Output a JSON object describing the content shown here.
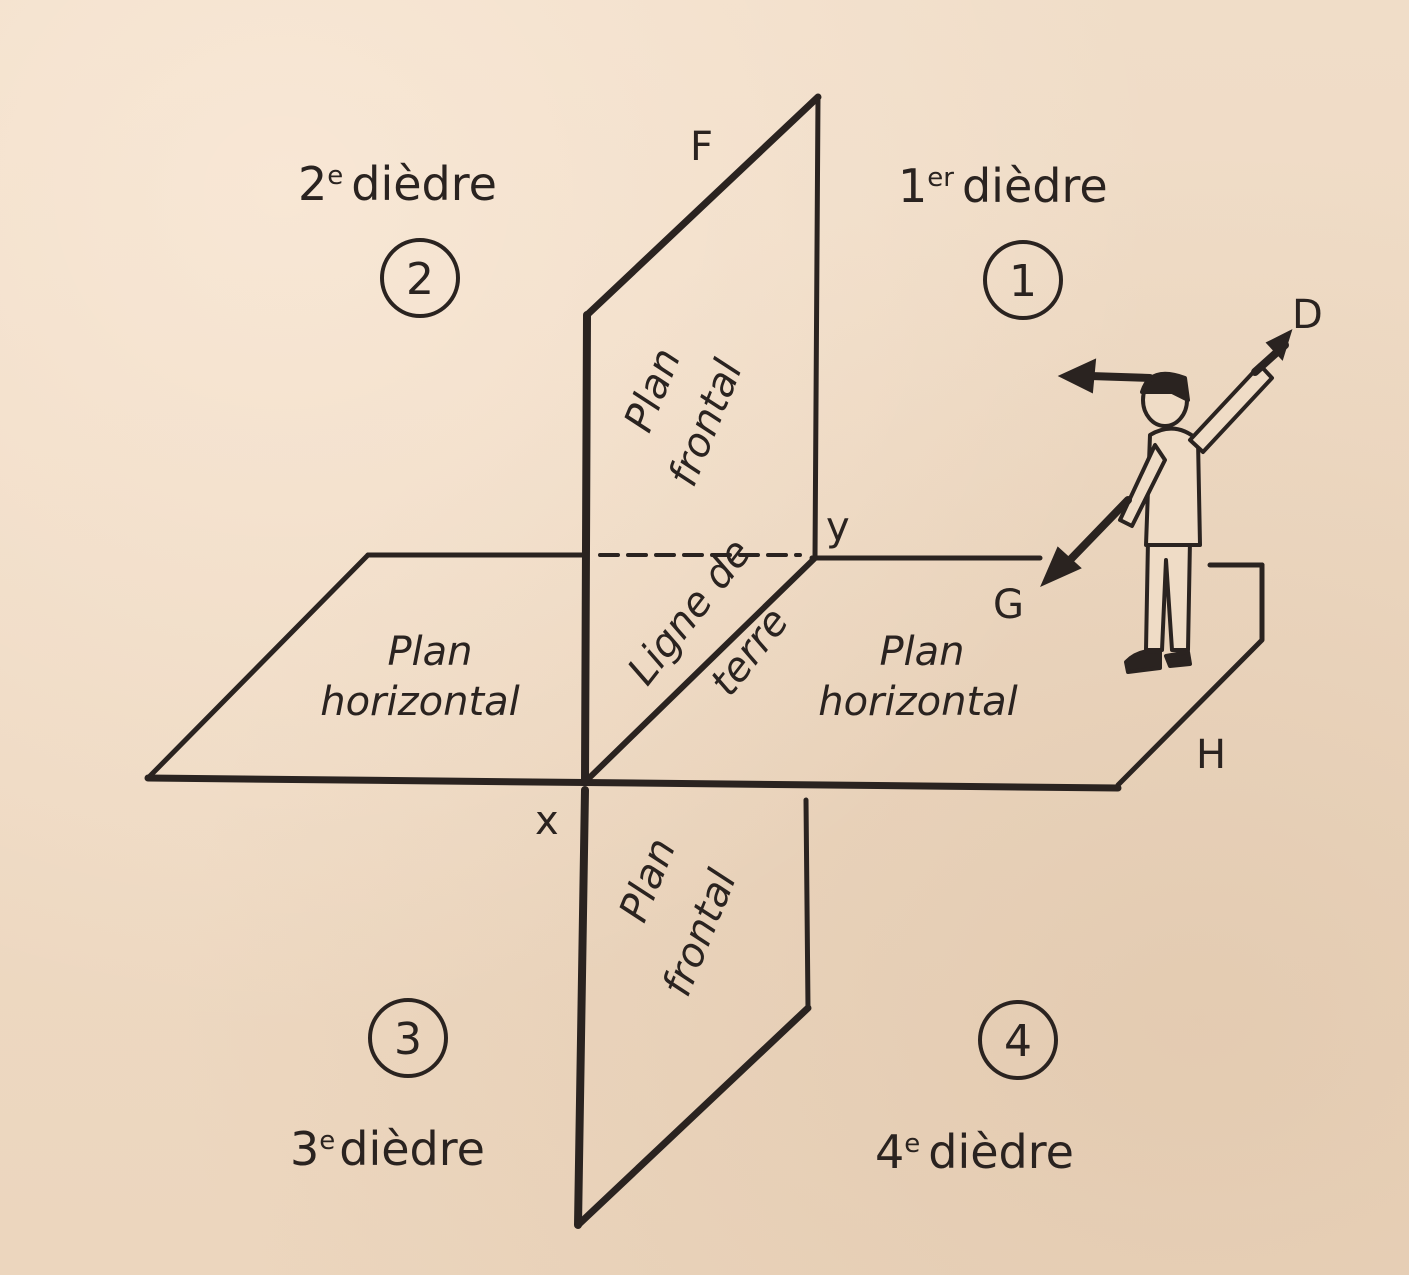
{
  "dihedrals": [
    {
      "id": "2",
      "circle_label": "2",
      "label_prefix": "2",
      "label_sup": "e",
      "label_word": "dièdre"
    },
    {
      "id": "1",
      "circle_label": "1",
      "label_prefix": "1",
      "label_sup": "er",
      "label_word": "dièdre"
    },
    {
      "id": "3",
      "circle_label": "3",
      "label_prefix": "3",
      "label_sup": "e",
      "label_word": "dièdre"
    },
    {
      "id": "4",
      "circle_label": "4",
      "label_prefix": "4",
      "label_sup": "e",
      "label_word": "dièdre"
    }
  ],
  "points": {
    "F": "F",
    "D": "D",
    "G": "G",
    "H": "H",
    "y": "y",
    "x": "x"
  },
  "planes": {
    "frontal_upper_line1": "Plan",
    "frontal_upper_line2": "frontal",
    "frontal_lower_line1": "Plan",
    "frontal_lower_line2": "frontal",
    "horizontal_left_line1": "Plan",
    "horizontal_left_line2": "horizontal",
    "horizontal_right_line1": "Plan",
    "horizontal_right_line2": "horizontal",
    "ground_line_1": "Ligne de",
    "ground_line_2": "terre"
  },
  "colors": {
    "paper": "#efdcc6",
    "ink": "#2a2320"
  }
}
